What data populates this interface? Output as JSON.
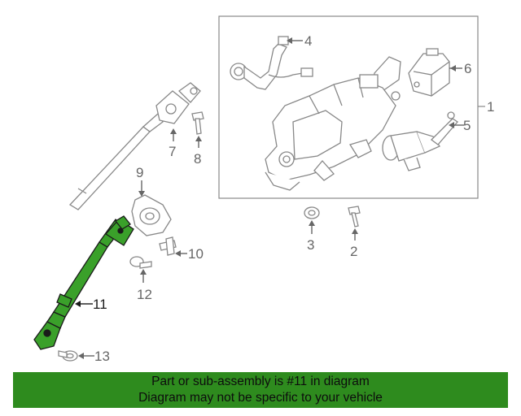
{
  "callouts": {
    "c1": "1",
    "c2": "2",
    "c3": "3",
    "c4": "4",
    "c5": "5",
    "c6": "6",
    "c7": "7",
    "c8": "8",
    "c9": "9",
    "c10": "10",
    "c11": "11",
    "c12": "12",
    "c13": "13"
  },
  "banner": {
    "line1": "Part or sub-assembly is #11 in diagram",
    "line2": "Diagram may not be specific to your vehicle",
    "color": "#2e8b1e"
  },
  "highlight_color": "#3aa02a"
}
